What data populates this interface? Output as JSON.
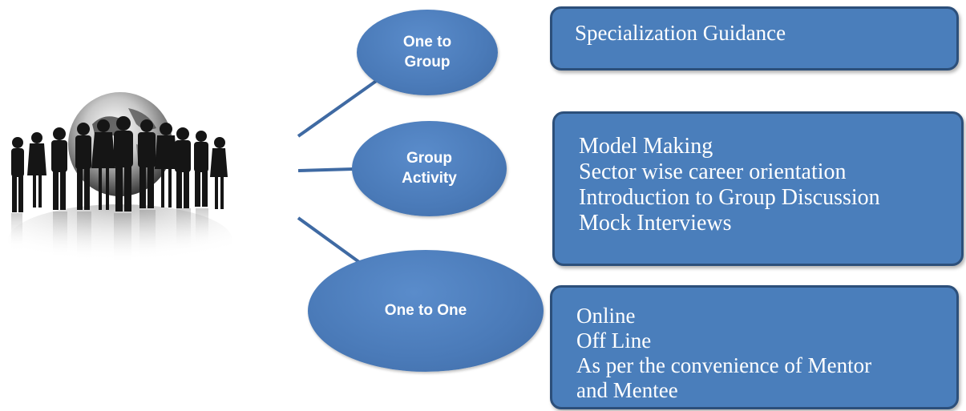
{
  "nodes": [
    {
      "id": "one-to-group",
      "lines": [
        "One to",
        "Group"
      ]
    },
    {
      "id": "group-activity",
      "lines": [
        "Group",
        "Activity"
      ]
    },
    {
      "id": "one-to-one",
      "lines": [
        "One to One"
      ]
    }
  ],
  "boxes": [
    {
      "id": "specialization",
      "items": [
        "Specialization Guidance"
      ]
    },
    {
      "id": "group-activity-items",
      "items": [
        "Model Making",
        "Sector wise career orientation",
        "Introduction to Group Discussion",
        "Mock Interviews"
      ]
    },
    {
      "id": "one-to-one-items",
      "items": [
        "Online",
        "Off Line",
        "As per the convenience of Mentor",
        "and Mentee"
      ]
    }
  ],
  "colors": {
    "node_fill": "#4a7ab8",
    "box_fill": "#4a7ebb",
    "box_border": "#2c4f7a",
    "connector": "#3f6aa3"
  },
  "illustration": "business-people-globe-icon"
}
